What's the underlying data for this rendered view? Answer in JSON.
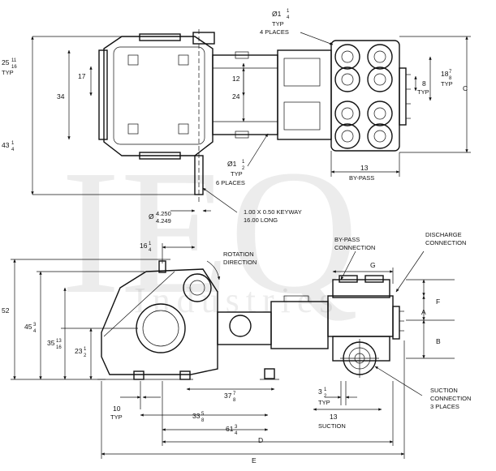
{
  "watermark": {
    "main": "IEQ",
    "sub": "Industries"
  },
  "top_view": {
    "dia_typ_4": {
      "prefix": "Ø1",
      "num": "1",
      "den": "4",
      "l2": "TYP",
      "l3": "4 PLACES"
    },
    "dim_left_top": {
      "whole": "25",
      "num": "11",
      "den": "16",
      "suffix": "TYP"
    },
    "dim_17": "17",
    "dim_34": "34",
    "dim_left_bot": {
      "whole": "43",
      "num": "1",
      "den": "4"
    },
    "dim_12": "12",
    "dim_24": "24",
    "dim_right_a": {
      "whole": "18",
      "num": "7",
      "den": "8",
      "suffix": "TYP"
    },
    "dim_right_b": {
      "main": "8",
      "suffix": "TYP"
    },
    "dim_c": "C",
    "dia_typ_6": {
      "prefix": "Ø1",
      "num": "1",
      "den": "2",
      "l2": "TYP",
      "l3": "6 PLACES"
    },
    "bypass": {
      "value": "13",
      "label": "BY-PASS"
    },
    "keyway": {
      "l1": "1.00 X 0.50 KEYWAY",
      "l2": "16.00 LONG"
    },
    "shaft_dia": {
      "prefix": "Ø",
      "top": "4.250",
      "bot": "4.249"
    }
  },
  "side_view": {
    "dim_16": {
      "whole": "16",
      "num": "1",
      "den": "4"
    },
    "rotation": {
      "l1": "ROTATION",
      "l2": "DIRECTION"
    },
    "bypass_conn": {
      "l1": "BY-PASS",
      "l2": "CONNECTION"
    },
    "discharge_conn": {
      "l1": "DISCHARGE",
      "l2": "CONNECTION"
    },
    "dim_g": "G",
    "dim_f": "F",
    "dim_a": "A",
    "dim_b": "B",
    "dim_52": "52",
    "dim_45": {
      "whole": "45",
      "num": "3",
      "den": "4"
    },
    "dim_35": {
      "whole": "35",
      "num": "13",
      "den": "16"
    },
    "dim_23": {
      "whole": "23",
      "num": "1",
      "den": "2"
    },
    "dim_37": {
      "whole": "37",
      "num": "7",
      "den": "8"
    },
    "dim_10": {
      "main": "10",
      "suffix": "TYP"
    },
    "dim_33": {
      "whole": "33",
      "num": "5",
      "den": "8"
    },
    "dim_3": {
      "whole": "3",
      "num": "1",
      "den": "2",
      "suffix": "TYP"
    },
    "suction": {
      "value": "13",
      "label": "SUCTION"
    },
    "suction_conn": {
      "l1": "SUCTION",
      "l2": "CONNECTION",
      "l3": "3 PLACES"
    },
    "dim_61": {
      "whole": "61",
      "num": "3",
      "den": "4"
    },
    "dim_d": "D",
    "dim_e": "E"
  }
}
